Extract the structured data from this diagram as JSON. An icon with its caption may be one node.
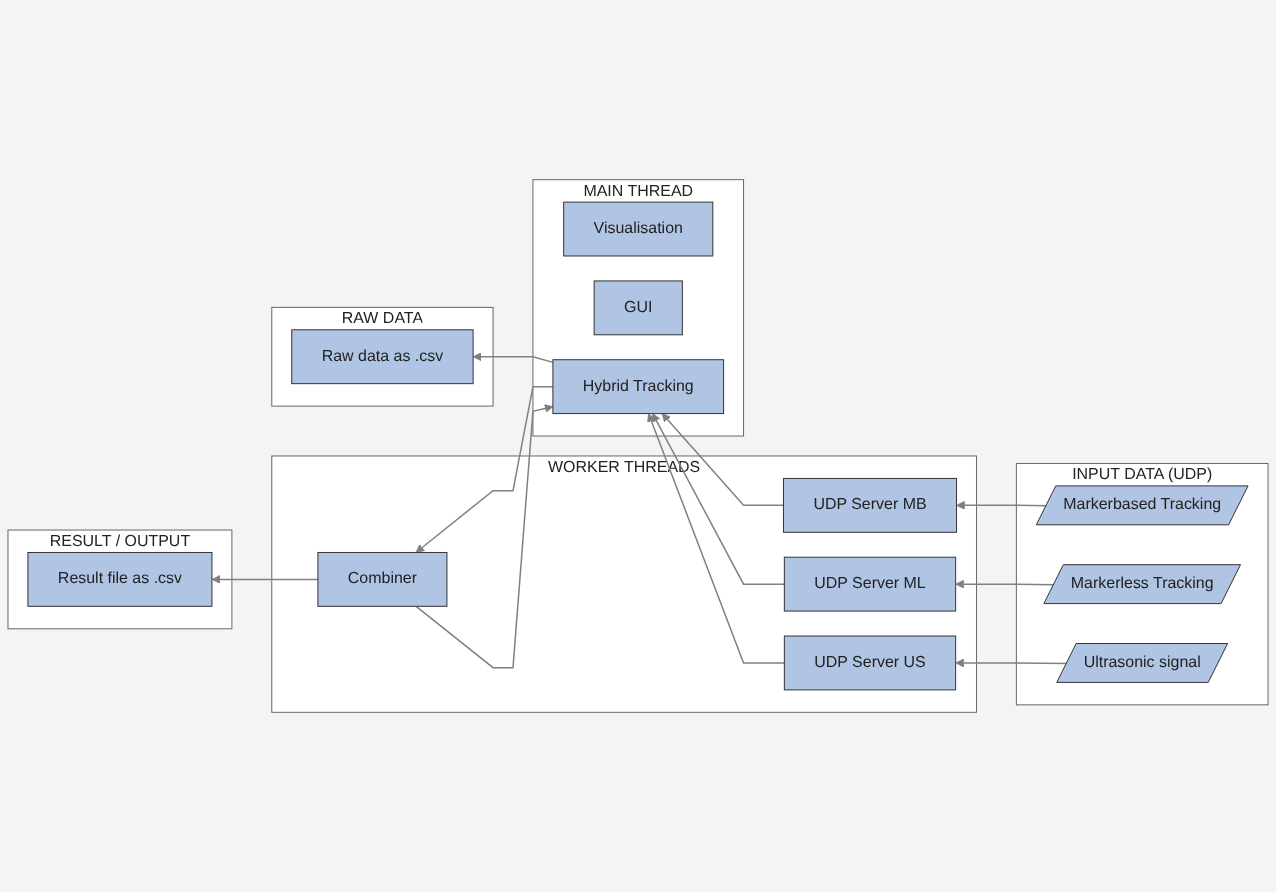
{
  "diagram": {
    "nodes": [
      {
        "text": [
          "MAIN THREAD"
        ]
      },
      {
        "text": [
          "Hybrid Tracking"
        ],
        "in": 0
      },
      {
        "text": [
          "GUI"
        ],
        "in": 0
      },
      {
        "text": [
          "Visualisation"
        ],
        "in": 0
      },
      {
        "text": [
          "WORKER THREADS"
        ]
      },
      {
        "text": [
          "UDP Server MB"
        ],
        "in": 4
      },
      {
        "text": [
          "UDP Server ML"
        ],
        "in": 4
      },
      {
        "text": [
          "UDP Server US"
        ],
        "in": 4
      },
      {
        "text": [
          "Combiner"
        ],
        "in": 4
      },
      {
        "text": [
          "INPUT DATA (UDP)"
        ]
      },
      {
        "text": [
          "Markerbased Tracking"
        ],
        "in": 9
      },
      {
        "text": [
          "Markerless Tracking"
        ],
        "in": 9
      },
      {
        "text": [
          "Ultrasonic signal"
        ],
        "in": 9
      },
      {
        "text": [
          "RAW DATA"
        ]
      },
      {
        "text": [
          "Raw data as .csv"
        ],
        "in": 13
      },
      {
        "text": [
          "RESULT / OUTPUT"
        ]
      },
      {
        "text": [
          "Result file as .csv"
        ],
        "in": 15
      }
    ],
    "edges": [
      {
        "from": 10,
        "to": 5,
        "arrow": "to"
      },
      {
        "from": 11,
        "to": 6,
        "arrow": "to"
      },
      {
        "from": 12,
        "to": 7,
        "arrow": "to"
      },
      {
        "from": 5,
        "to": 1,
        "arrow": "to"
      },
      {
        "from": 6,
        "to": 1,
        "arrow": "to"
      },
      {
        "from": 7,
        "to": 1,
        "arrow": "to"
      },
      {
        "from": 8,
        "to": 1,
        "arrow": "to"
      },
      {
        "from": 1,
        "to": 14,
        "arrow": "to"
      },
      {
        "from": 1,
        "to": 8,
        "arrow": "to"
      },
      {
        "from": 8,
        "to": 16,
        "arrow": "to"
      }
    ]
  }
}
